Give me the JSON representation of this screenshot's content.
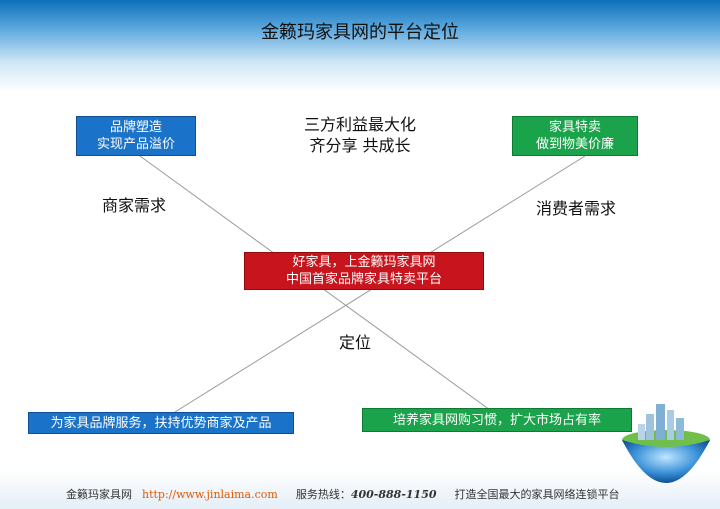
{
  "title": "金籁玛家具网的平台定位",
  "top_left_box": [
    "品牌塑造",
    "实现产品溢价"
  ],
  "top_right_box": [
    "家具特卖",
    "做到物美价廉"
  ],
  "top_center": [
    "三方利益最大化",
    "齐分享 共成长"
  ],
  "left_label": "商家需求",
  "right_label": "消费者需求",
  "center_box": [
    "好家具，上金籁玛家具网",
    "中国首家品牌家具特卖平台"
  ],
  "bottom_label": "定位",
  "bottom_left_box": "为家具品牌服务，扶持优势商家及产品",
  "bottom_right_box": "培养家具网购习惯，扩大市场占有率",
  "footer": {
    "brand": "金籁玛家具网",
    "url": "http://www.jinlaima.com",
    "hotline_label": "服务热线：",
    "hotline": "400-888-1150",
    "slogan": "打造全国最大的家具网络连锁平台"
  },
  "colors": {
    "blue": "#1a73c8",
    "green": "#1aa34a",
    "red": "#c8141c"
  }
}
